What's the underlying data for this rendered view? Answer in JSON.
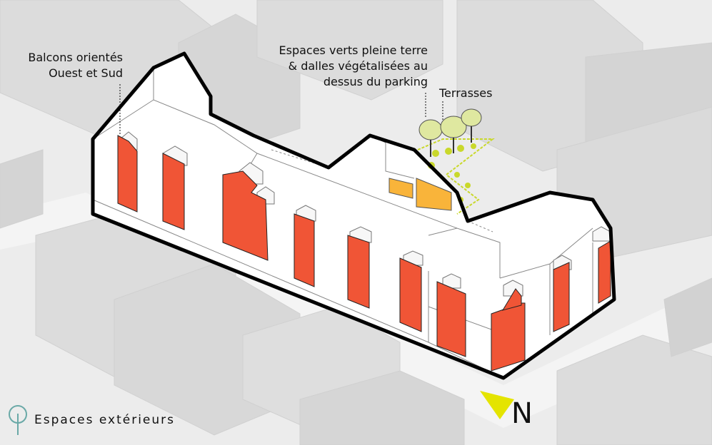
{
  "labels": {
    "balcons": [
      "Balcons orientés",
      "Ouest et Sud"
    ],
    "espaces_verts": [
      "Espaces verts pleine terre",
      "& dalles végétalisées au",
      "dessus du parking"
    ],
    "terrasses": "Terrasses"
  },
  "legend": {
    "text": "Espaces extérieurs",
    "icon": "tree-icon",
    "color": "#6aa9a7"
  },
  "north": {
    "letter": "N",
    "icon": "north-arrow-icon",
    "color": "#e4e400"
  },
  "colors": {
    "balcony": "#f05536",
    "terrace": "#f9b43a",
    "green": "#c9d82b",
    "outline": "#000000",
    "context_building": "#dcdcdc",
    "background": "#ececec"
  }
}
